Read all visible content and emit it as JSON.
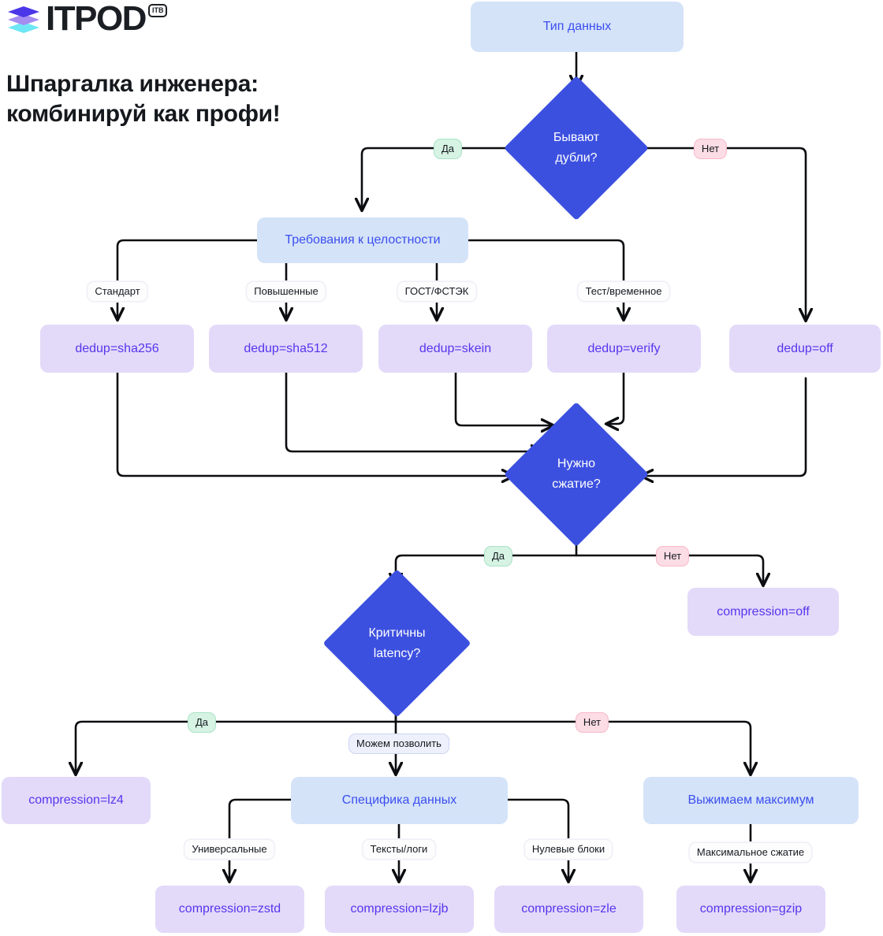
{
  "brand": {
    "word": "ITPOD",
    "badge": "ITB",
    "logo_icon": "stacked-layers-icon",
    "headline": "Шпаргалка инженера:\nкомбинируй как профи!"
  },
  "colors": {
    "background": "#ffffff",
    "process_fill": "#d4e3f8",
    "process_text": "#3b4ef0",
    "result_fill": "#e3daf9",
    "result_text": "#5536ee",
    "decision_fill": "#3c50e0",
    "decision_text": "#ffffff",
    "edge": "#0b0d10",
    "chip_yes_fill": "#d6f3e3",
    "chip_no_fill": "#fcdce5",
    "chip_plain_fill": "#fdfdfe"
  },
  "chart_data": {
    "type": "diagram",
    "title": "Шпаргалка инженера: комбинируй как профи!",
    "nodes": [
      {
        "id": "data_type",
        "label": "Тип данных",
        "kind": "process"
      },
      {
        "id": "dupes",
        "label": "Бывают\nдубли?",
        "kind": "decision"
      },
      {
        "id": "integrity",
        "label": "Требования к целостности",
        "kind": "process"
      },
      {
        "id": "dedup_sha256",
        "label": "dedup=sha256",
        "kind": "result"
      },
      {
        "id": "dedup_sha512",
        "label": "dedup=sha512",
        "kind": "result"
      },
      {
        "id": "dedup_skein",
        "label": "dedup=skein",
        "kind": "result"
      },
      {
        "id": "dedup_verify",
        "label": "dedup=verify",
        "kind": "result"
      },
      {
        "id": "dedup_off",
        "label": "dedup=off",
        "kind": "result"
      },
      {
        "id": "need_compress",
        "label": "Нужно\nсжатие?",
        "kind": "decision"
      },
      {
        "id": "compression_off",
        "label": "compression=off",
        "kind": "result"
      },
      {
        "id": "latency",
        "label": "Критичны\nlatency?",
        "kind": "decision"
      },
      {
        "id": "compression_lz4",
        "label": "compression=lz4",
        "kind": "result"
      },
      {
        "id": "specifics",
        "label": "Специфика данных",
        "kind": "process"
      },
      {
        "id": "maximum",
        "label": "Выжимаем максимум",
        "kind": "process"
      },
      {
        "id": "compression_zstd",
        "label": "compression=zstd",
        "kind": "result"
      },
      {
        "id": "compression_lzjb",
        "label": "compression=lzjb",
        "kind": "result"
      },
      {
        "id": "compression_zle",
        "label": "compression=zle",
        "kind": "result"
      },
      {
        "id": "compression_gzip",
        "label": "compression=gzip",
        "kind": "result"
      }
    ],
    "edges": [
      {
        "from": "data_type",
        "to": "dupes",
        "label": ""
      },
      {
        "from": "dupes",
        "to": "integrity",
        "label": "Да",
        "label_kind": "yes"
      },
      {
        "from": "dupes",
        "to": "dedup_off",
        "label": "Нет",
        "label_kind": "no"
      },
      {
        "from": "integrity",
        "to": "dedup_sha256",
        "label": "Стандарт",
        "label_kind": "plain"
      },
      {
        "from": "integrity",
        "to": "dedup_sha512",
        "label": "Повышенные",
        "label_kind": "plain"
      },
      {
        "from": "integrity",
        "to": "dedup_skein",
        "label": "ГОСТ/ФСТЭК",
        "label_kind": "plain"
      },
      {
        "from": "integrity",
        "to": "dedup_verify",
        "label": "Тест/временное",
        "label_kind": "plain"
      },
      {
        "from": "dedup_sha256",
        "to": "need_compress",
        "label": ""
      },
      {
        "from": "dedup_sha512",
        "to": "need_compress",
        "label": ""
      },
      {
        "from": "dedup_skein",
        "to": "need_compress",
        "label": ""
      },
      {
        "from": "dedup_verify",
        "to": "need_compress",
        "label": ""
      },
      {
        "from": "dedup_off",
        "to": "need_compress",
        "label": ""
      },
      {
        "from": "need_compress",
        "to": "latency",
        "label": "Да",
        "label_kind": "yes"
      },
      {
        "from": "need_compress",
        "to": "compression_off",
        "label": "Нет",
        "label_kind": "no"
      },
      {
        "from": "latency",
        "to": "compression_lz4",
        "label": "Да",
        "label_kind": "yes"
      },
      {
        "from": "latency",
        "to": "specifics",
        "label": "Можем позволить",
        "label_kind": "lavender"
      },
      {
        "from": "latency",
        "to": "maximum",
        "label": "Нет",
        "label_kind": "no"
      },
      {
        "from": "specifics",
        "to": "compression_zstd",
        "label": "Универсальные",
        "label_kind": "plain"
      },
      {
        "from": "specifics",
        "to": "compression_lzjb",
        "label": "Тексты/логи",
        "label_kind": "plain"
      },
      {
        "from": "specifics",
        "to": "compression_zle",
        "label": "Нулевые блоки",
        "label_kind": "plain"
      },
      {
        "from": "maximum",
        "to": "compression_gzip",
        "label": "Максимальное сжатие",
        "label_kind": "plain"
      }
    ]
  },
  "nodes": {
    "data_type": "Тип данных",
    "dupes": "Бывают\nдубли?",
    "integrity": "Требования к целостности",
    "dedup_sha256": "dedup=sha256",
    "dedup_sha512": "dedup=sha512",
    "dedup_skein": "dedup=skein",
    "dedup_verify": "dedup=verify",
    "dedup_off": "dedup=off",
    "need_compress": "Нужно\nсжатие?",
    "compression_off": "compression=off",
    "latency": "Критичны\nlatency?",
    "compression_lz4": "compression=lz4",
    "specifics": "Специфика данных",
    "maximum": "Выжимаем максимум",
    "compression_zstd": "compression=zstd",
    "compression_lzjb": "compression=lzjb",
    "compression_zle": "compression=zle",
    "compression_gzip": "compression=gzip"
  },
  "labels": {
    "yes_1": "Да",
    "no_1": "Нет",
    "standard": "Стандарт",
    "elevated": "Повышенные",
    "gost": "ГОСТ/ФСТЭК",
    "test_temp": "Тест/временное",
    "yes_2": "Да",
    "no_2": "Нет",
    "yes_3": "Да",
    "can_afford": "Можем позволить",
    "no_3": "Нет",
    "universal": "Универсальные",
    "texts_logs": "Тексты/логи",
    "zero_blocks": "Нулевые блоки",
    "max_compression": "Максимальное сжатие"
  }
}
